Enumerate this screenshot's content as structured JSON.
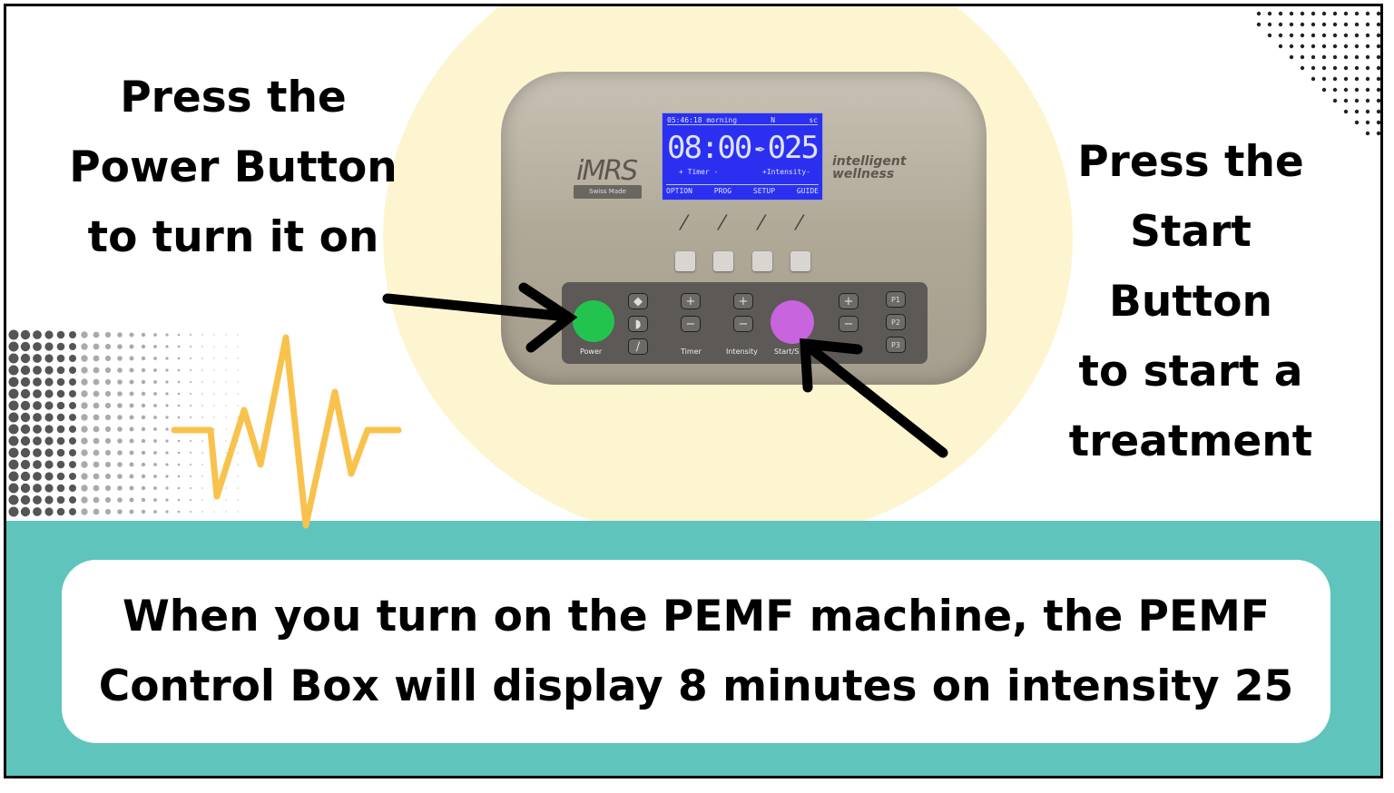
{
  "left_instruction": {
    "lines": [
      "Press the",
      "Power Button",
      "to turn it on"
    ]
  },
  "right_instruction": {
    "lines": [
      "Press the",
      "Start",
      "Button",
      "to start a",
      "treatment"
    ]
  },
  "caption": {
    "lines": [
      "When you turn on the PEMF machine, the PEMF",
      "Control Box will display 8 minutes on intensity 25"
    ]
  },
  "device": {
    "brand": "iMRS",
    "badge": "Swiss Made",
    "brand_secondary": [
      "intelligent",
      "wellness"
    ],
    "screen": {
      "clock": "05:46:18 morning",
      "mode": "N",
      "unit": "sc",
      "timer_value": "08:00",
      "intensity_value": "025",
      "timer_label": "+ Timer -",
      "intensity_label": "+Intensity-",
      "menu": [
        "OPTION",
        "PROG",
        "SETUP",
        "GUIDE"
      ]
    },
    "keypad": {
      "power_label": "Power",
      "timer_label": "Timer",
      "intensity_label": "Intensity",
      "start_label": "Start/S",
      "programs": [
        "P1",
        "P2",
        "P3"
      ]
    }
  },
  "colors": {
    "teal": "#5fc4bc",
    "circle": "#fdf5cf",
    "power_highlight": "#22c44e",
    "start_highlight": "#c764de",
    "heartbeat": "#f9c24d",
    "screen": "#2b30f0"
  }
}
